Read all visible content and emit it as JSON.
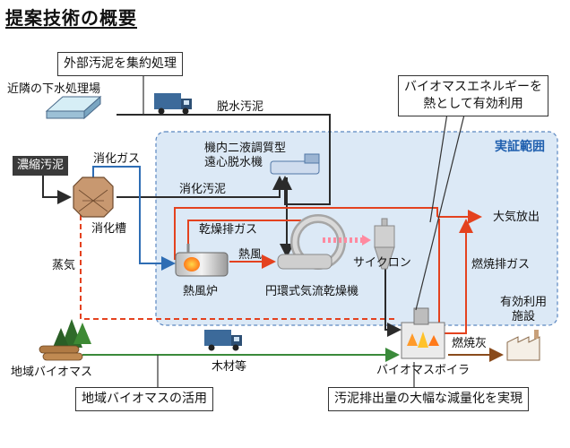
{
  "title": "提案技術の概要",
  "callouts": {
    "external_sludge": "外部汚泥を集約処理",
    "biomass_energy_line1": "バイオマスエネルギーを",
    "biomass_energy_line2": "熱として有効利用",
    "regional_biomass": "地域バイオマスの活用",
    "sludge_reduction": "汚泥排出量の大幅な減量化を実現"
  },
  "demo_area": {
    "label": "実証範囲"
  },
  "nodes": {
    "sewage_plant": "近隣の下水処理場",
    "thick_sludge": "濃縮汚泥",
    "digestion_gas": "消化ガス",
    "digester": "消化槽",
    "dewatered_sludge": "脱水汚泥",
    "digested_sludge": "消化汚泥",
    "dewater_line1": "機内二液調質型",
    "dewater_line2": "遠心脱水機",
    "dry_exhaust": "乾燥排ガス",
    "hot_air": "熱風",
    "hot_air_furnace": "熱風炉",
    "ring_dryer": "円環式気流乾燥機",
    "cyclone": "サイクロン",
    "atmosphere": "大気放出",
    "combustion_exhaust": "燃焼排ガス",
    "steam": "蒸気",
    "effective_use_line1": "有効利用",
    "effective_use_line2": "施設",
    "ash": "燃焼灰",
    "boiler": "バイオマスボイラ",
    "regional_biomass": "地域バイオマス",
    "wood": "木材等"
  },
  "colors": {
    "demo_area_fill": "#dce9f6",
    "demo_area_border": "#5b87c0",
    "flow_red": "#e4421f",
    "flow_blue": "#2e6db4",
    "flow_dark": "#2b2b2b",
    "flow_green": "#3a8a3a",
    "flow_brown": "#8a4b1c"
  }
}
